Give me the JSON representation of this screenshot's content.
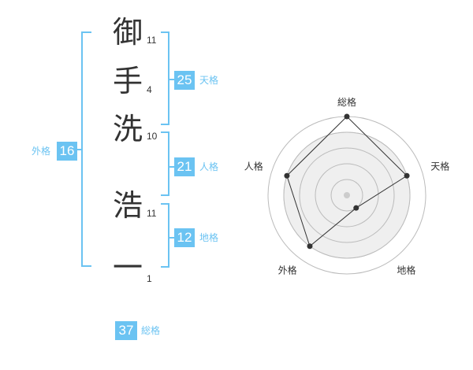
{
  "name": {
    "chars": [
      {
        "char": "御",
        "strokes": "11"
      },
      {
        "char": "手",
        "strokes": "4"
      },
      {
        "char": "洗",
        "strokes": "10"
      },
      {
        "char": "浩",
        "strokes": "11"
      },
      {
        "char": "一",
        "strokes": "1"
      }
    ]
  },
  "scores": {
    "tenkaku": {
      "value": "25",
      "label": "天格"
    },
    "jinkaku": {
      "value": "21",
      "label": "人格"
    },
    "chikaku": {
      "value": "12",
      "label": "地格"
    },
    "gaikaku": {
      "value": "16",
      "label": "外格"
    },
    "soukaku": {
      "value": "37",
      "label": "総格"
    }
  },
  "chart_data": {
    "type": "radar",
    "axes": [
      "総格",
      "天格",
      "地格",
      "外格",
      "人格"
    ],
    "values": [
      5,
      4,
      1,
      4,
      4
    ],
    "max": 5,
    "rings": 5,
    "colors": {
      "ring": "#bbbbbb",
      "fill": "#efefef",
      "line": "#333333",
      "point": "#333333",
      "center": "#cccccc"
    }
  }
}
